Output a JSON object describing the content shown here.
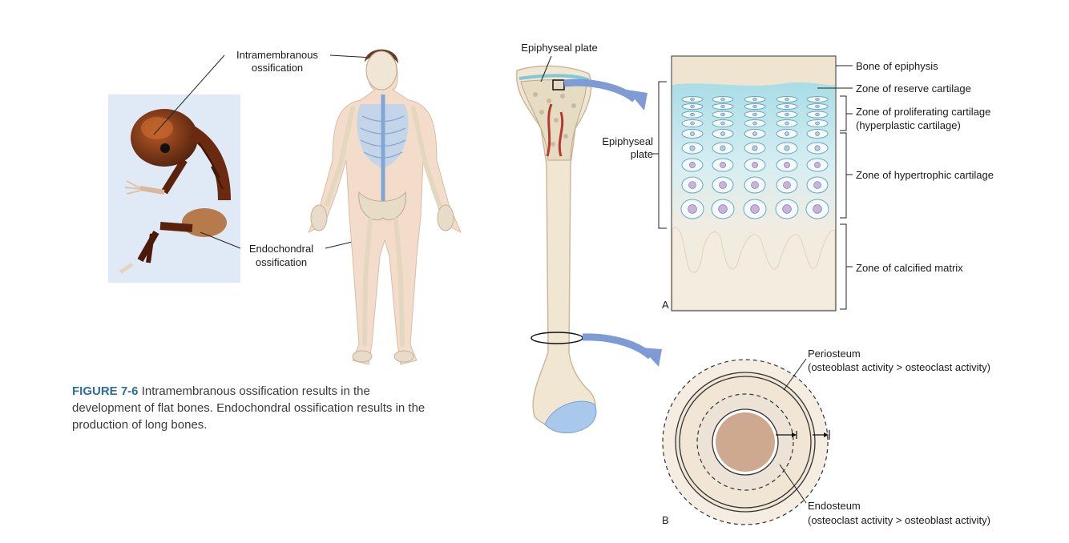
{
  "figure": {
    "number": "FIGURE 7-6",
    "caption": "Intramembranous ossification results in the development of flat bones. Endochondral ossification results in the production of long bones."
  },
  "left_labels": {
    "intramembranous": [
      "Intramembranous",
      "ossification"
    ],
    "endochondral": [
      "Endochondral",
      "ossification"
    ]
  },
  "bone_labels": {
    "epiphyseal_plate_top": "Epiphyseal plate",
    "epiphyseal_plate_side": [
      "Epiphyseal",
      "plate"
    ]
  },
  "panel_a": {
    "letter": "A",
    "zones": {
      "bone_of_epiphysis": "Bone of epiphysis",
      "reserve": "Zone of reserve cartilage",
      "proliferating": [
        "Zone of proliferating cartilage",
        "(hyperplastic cartilage)"
      ],
      "hypertrophic": "Zone of hypertrophic cartilage",
      "calcified": "Zone of calcified matrix"
    }
  },
  "panel_b": {
    "letter": "B",
    "periosteum": [
      "Periosteum",
      "(osteoblast activity > osteoclast activity)"
    ],
    "endosteum": [
      "Endosteum",
      "(osteoclast activity > osteoblast activity)"
    ]
  },
  "colors": {
    "figure_number": "#2e6e9e",
    "cartilage": "#cfe9ee",
    "bone": "#efe4cf",
    "arrow": "#7f9bd6",
    "marrow": "#cfa98f"
  }
}
